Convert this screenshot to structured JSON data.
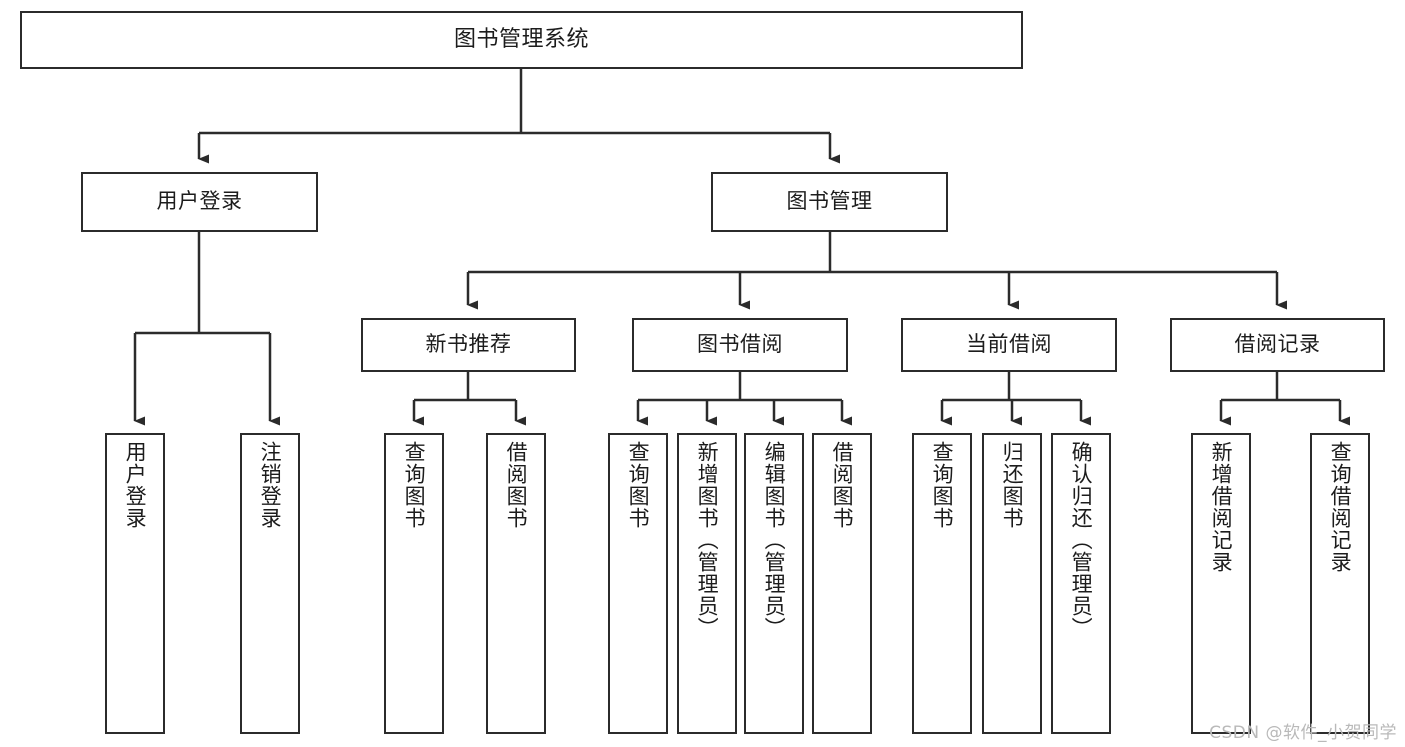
{
  "diagram": {
    "type": "tree-hierarchy-chart",
    "title": "图书管理系统",
    "stroke_color": "#2b2b2b",
    "text_color": "#1c1c1c",
    "background_color": "#ffffff",
    "levels": {
      "root": {
        "label": "图书管理系统"
      },
      "level1": [
        {
          "label": "用户登录"
        },
        {
          "label": "图书管理"
        }
      ],
      "level2": [
        {
          "label": "新书推荐"
        },
        {
          "label": "图书借阅"
        },
        {
          "label": "当前借阅"
        },
        {
          "label": "借阅记录"
        }
      ],
      "leaves": {
        "user_login": [
          {
            "label": "用户登录"
          },
          {
            "label": "注销登录"
          }
        ],
        "new_book_recommend": [
          {
            "label": "查询图书"
          },
          {
            "label": "借阅图书"
          }
        ],
        "book_borrow": [
          {
            "label": "查询图书"
          },
          {
            "label": "新增图书（管理员）"
          },
          {
            "label": "编辑图书（管理员）"
          },
          {
            "label": "借阅图书"
          }
        ],
        "current_borrow": [
          {
            "label": "查询图书"
          },
          {
            "label": "归还图书"
          },
          {
            "label": "确认归还（管理员）"
          }
        ],
        "borrow_record": [
          {
            "label": "新增借阅记录"
          },
          {
            "label": "查询借阅记录"
          }
        ]
      }
    }
  },
  "watermark": {
    "text": "CSDN @软件_小贺同学"
  }
}
